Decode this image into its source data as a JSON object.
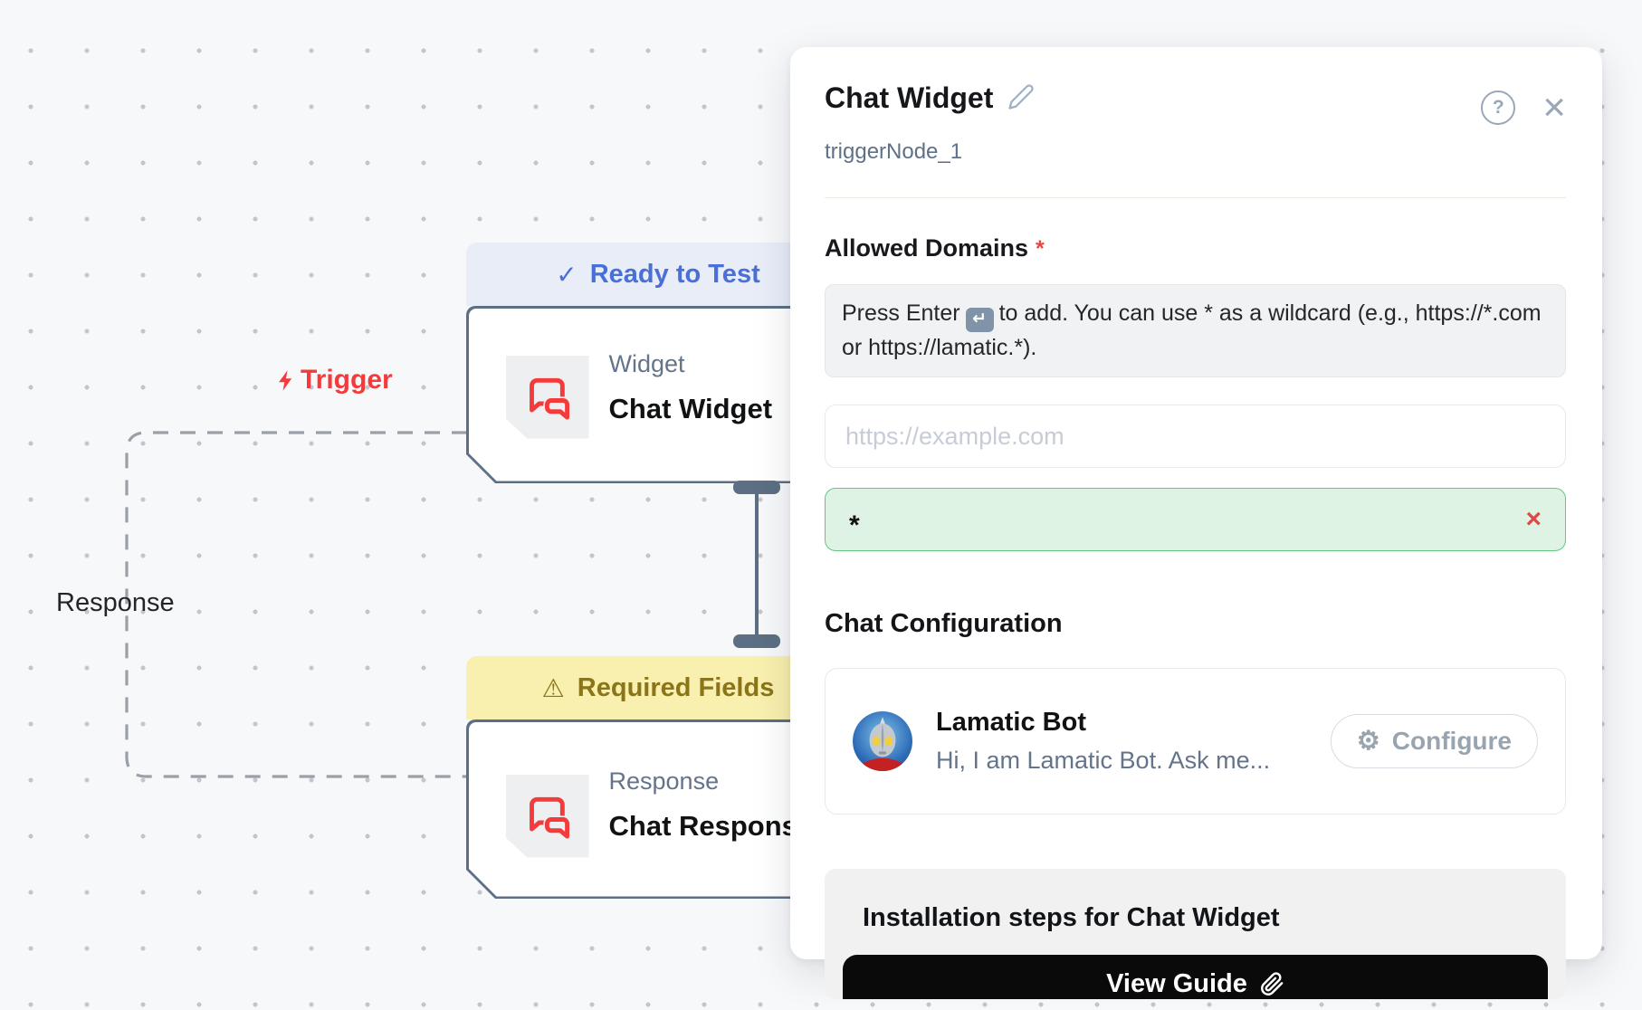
{
  "canvas": {
    "trigger_label": "Trigger",
    "response_label": "Response",
    "widget_node": {
      "status": "Ready to Test",
      "type_label": "Widget",
      "title": "Chat Widget"
    },
    "response_node": {
      "status": "Required Fields",
      "type_label": "Response",
      "title": "Chat Response"
    }
  },
  "panel": {
    "title": "Chat Widget",
    "node_id": "triggerNode_1",
    "allowed_domains": {
      "label": "Allowed Domains",
      "required_mark": "*",
      "hint_before": "Press Enter",
      "hint_after": "to add. You can use * as a wildcard (e.g., https://*.com or https://lamatic.*).",
      "input_placeholder": "https://example.com",
      "tag_value": "*"
    },
    "chat_configuration": {
      "heading": "Chat Configuration",
      "bot_name": "Lamatic Bot",
      "bot_description": "Hi, I am Lamatic Bot. Ask me...",
      "configure_label": "Configure"
    },
    "installation": {
      "heading": "Installation steps for Chat Widget",
      "button_label": "View Guide"
    }
  },
  "icons": {
    "check": "✓",
    "warning": "⚠",
    "gear": "⚙",
    "help": "?",
    "close": "×",
    "return_key": "↵",
    "remove": "×"
  },
  "colors": {
    "canvas_bg": "#f7f8fa",
    "node_border": "#5c6f84",
    "node_icon_red": "#f43b3b",
    "ready_badge_bg": "#e8edf8",
    "ready_badge_text": "#4a6fd6",
    "required_badge_bg": "#f9efae",
    "required_badge_text": "#8a7519",
    "trigger_red": "#f43b3b",
    "tag_green_bg": "#def3e3",
    "tag_green_border": "#62c87f",
    "tag_remove_red": "#e04848",
    "guide_button_bg": "#0a0a0b"
  }
}
